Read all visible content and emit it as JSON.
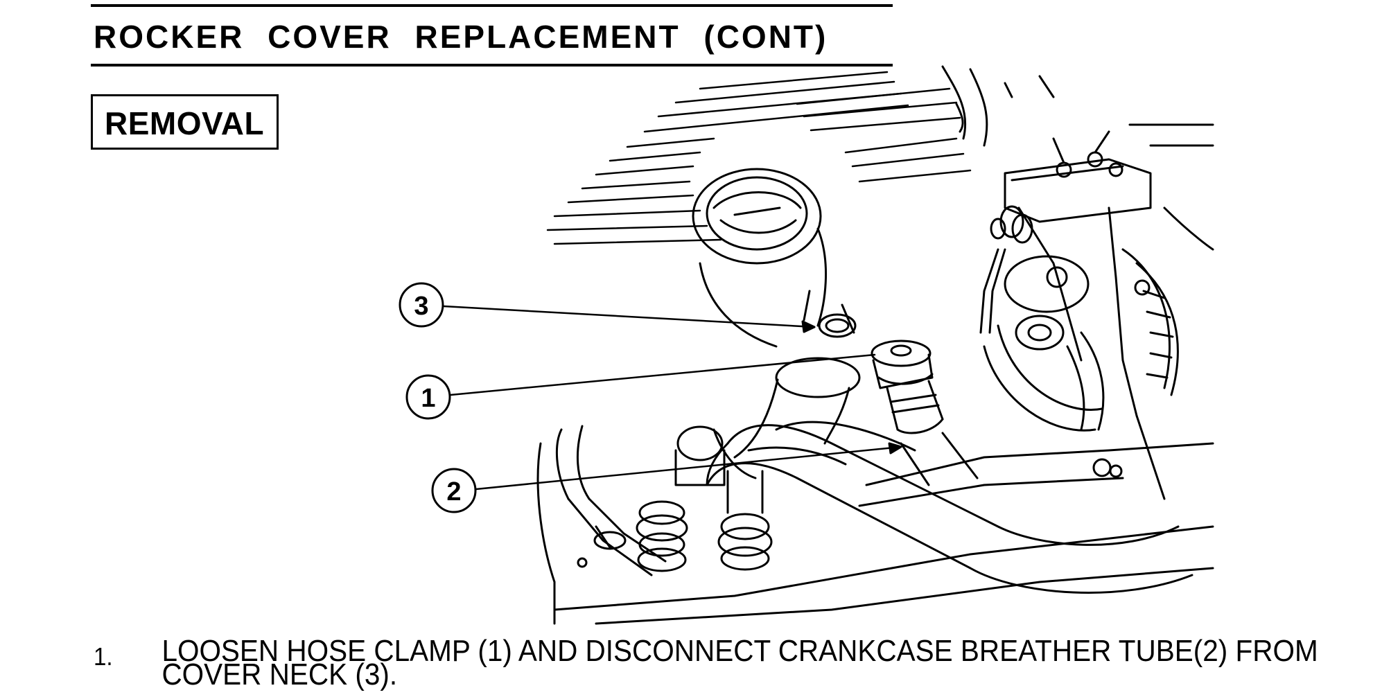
{
  "header": {
    "title": "ROCKER COVER REPLACEMENT (CONT)"
  },
  "section": {
    "label": "REMOVAL"
  },
  "figure": {
    "callouts": [
      {
        "number": "3",
        "part": "cover neck"
      },
      {
        "number": "1",
        "part": "hose clamp"
      },
      {
        "number": "2",
        "part": "crankcase breather tube"
      }
    ]
  },
  "steps": [
    {
      "number": "1.",
      "text": "LOOSEN HOSE CLAMP (1) AND DISCONNECT  CRANKCASE BREATHER TUBE(2) FROM COVER NECK (3)."
    }
  ]
}
